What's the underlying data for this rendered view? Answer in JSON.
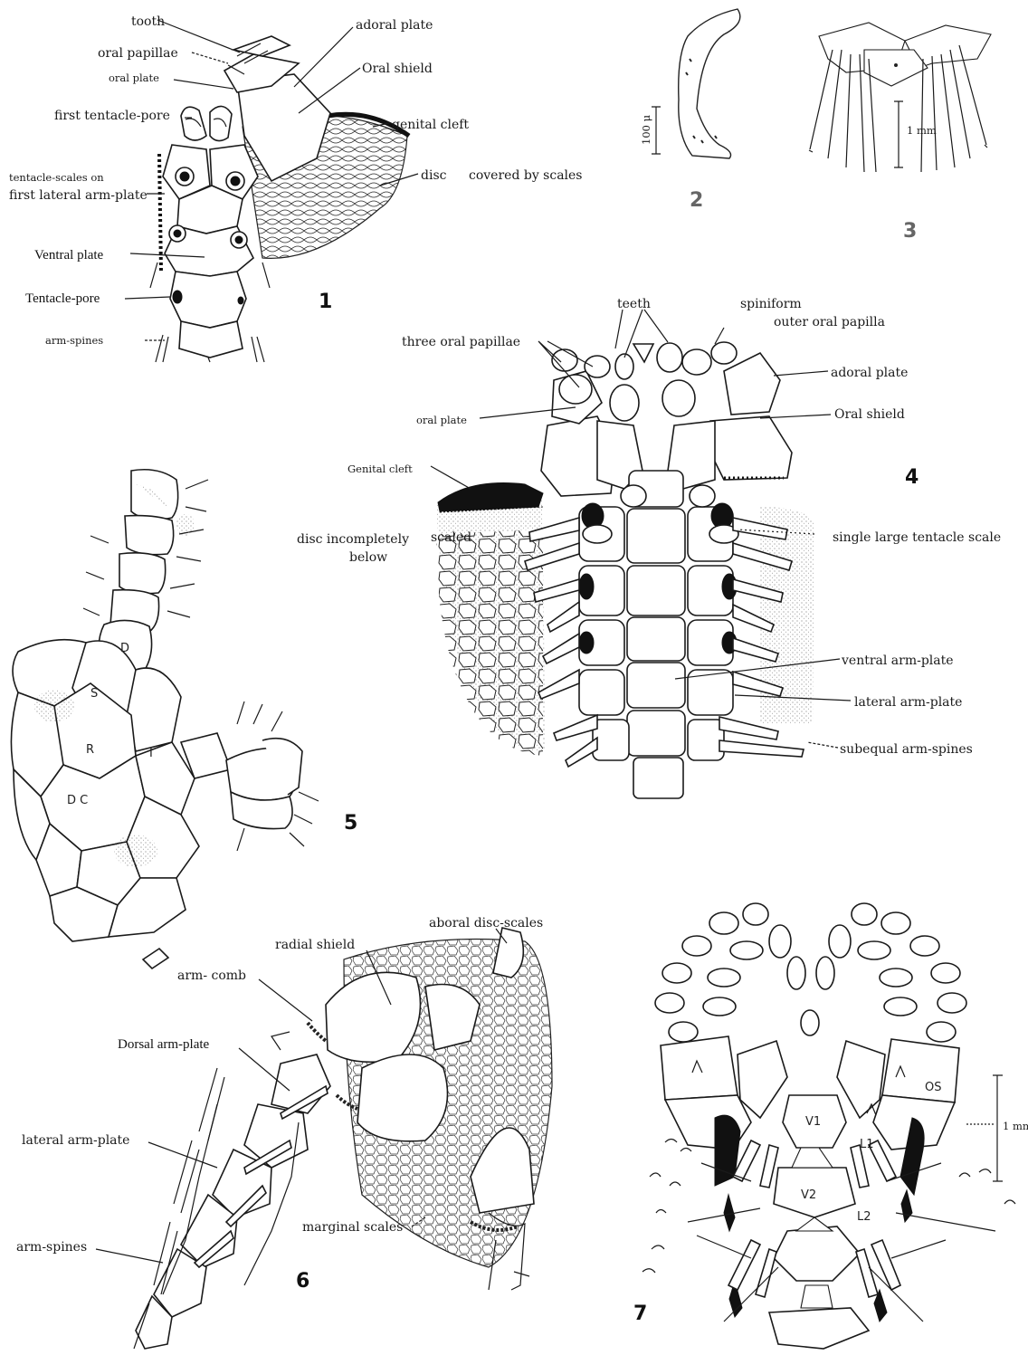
{
  "figures": {
    "fig1": {
      "number": "1",
      "labels": {
        "tooth": "tooth",
        "oral_papillae": "oral papillae",
        "oral_plate": "oral plate",
        "first_tentacle_pore": "first tentacle-pore",
        "tentacle_scales": "tentacle-scales on",
        "first_lateral": "first lateral arm-plate",
        "ventral_plate": "Ventral plate",
        "tentacle_pore": "Tentacle-pore",
        "arm_spines": "arm-spines",
        "adoral_plate": "adoral plate",
        "oral_shield": "Oral shield",
        "genital_cleft": "genital cleft",
        "disc": "disc",
        "covered": "covered by scales"
      }
    },
    "fig2": {
      "number": "2",
      "scale": "100 μ"
    },
    "fig3": {
      "number": "3",
      "scale": "1 mm"
    },
    "fig4": {
      "number": "4",
      "labels": {
        "teeth": "teeth",
        "spiniform": "spiniform",
        "outer_oral_papilla": "outer oral papilla",
        "three_oral_papillae": "three oral papillae",
        "adoral_plate": "adoral plate",
        "oral_plate": "oral plate",
        "oral_shield": "Oral shield",
        "genital_cleft": "Genital cleft",
        "disc_incompletely": "disc incompletely",
        "scaled": "scaled",
        "below": "below",
        "single_tentacle_scale": "single large tentacle scale",
        "ventral_arm_plate": "ventral arm-plate",
        "lateral_arm_plate": "lateral arm-plate",
        "subequal_arm_spines": "subequal arm-spines"
      }
    },
    "fig5": {
      "number": "5",
      "plates": {
        "D": "D",
        "S": "S",
        "R": "R",
        "I": "I",
        "DC": "D C"
      }
    },
    "fig6": {
      "number": "6",
      "labels": {
        "aboral_disc_scales": "aboral disc-scales",
        "radial_shield": "radial shield",
        "arm_comb": "arm- comb",
        "dorsal_arm_plate": "Dorsal arm-plate",
        "lateral_arm_plate": "lateral arm-plate",
        "arm_spines": "arm-spines",
        "marginal_scales": "marginal scales"
      }
    },
    "fig7": {
      "number": "7",
      "plates": {
        "V1": "V1",
        "L1": "L1",
        "V2": "V2",
        "L2": "L2",
        "OS": "OS"
      },
      "scale": "1 mm."
    }
  }
}
